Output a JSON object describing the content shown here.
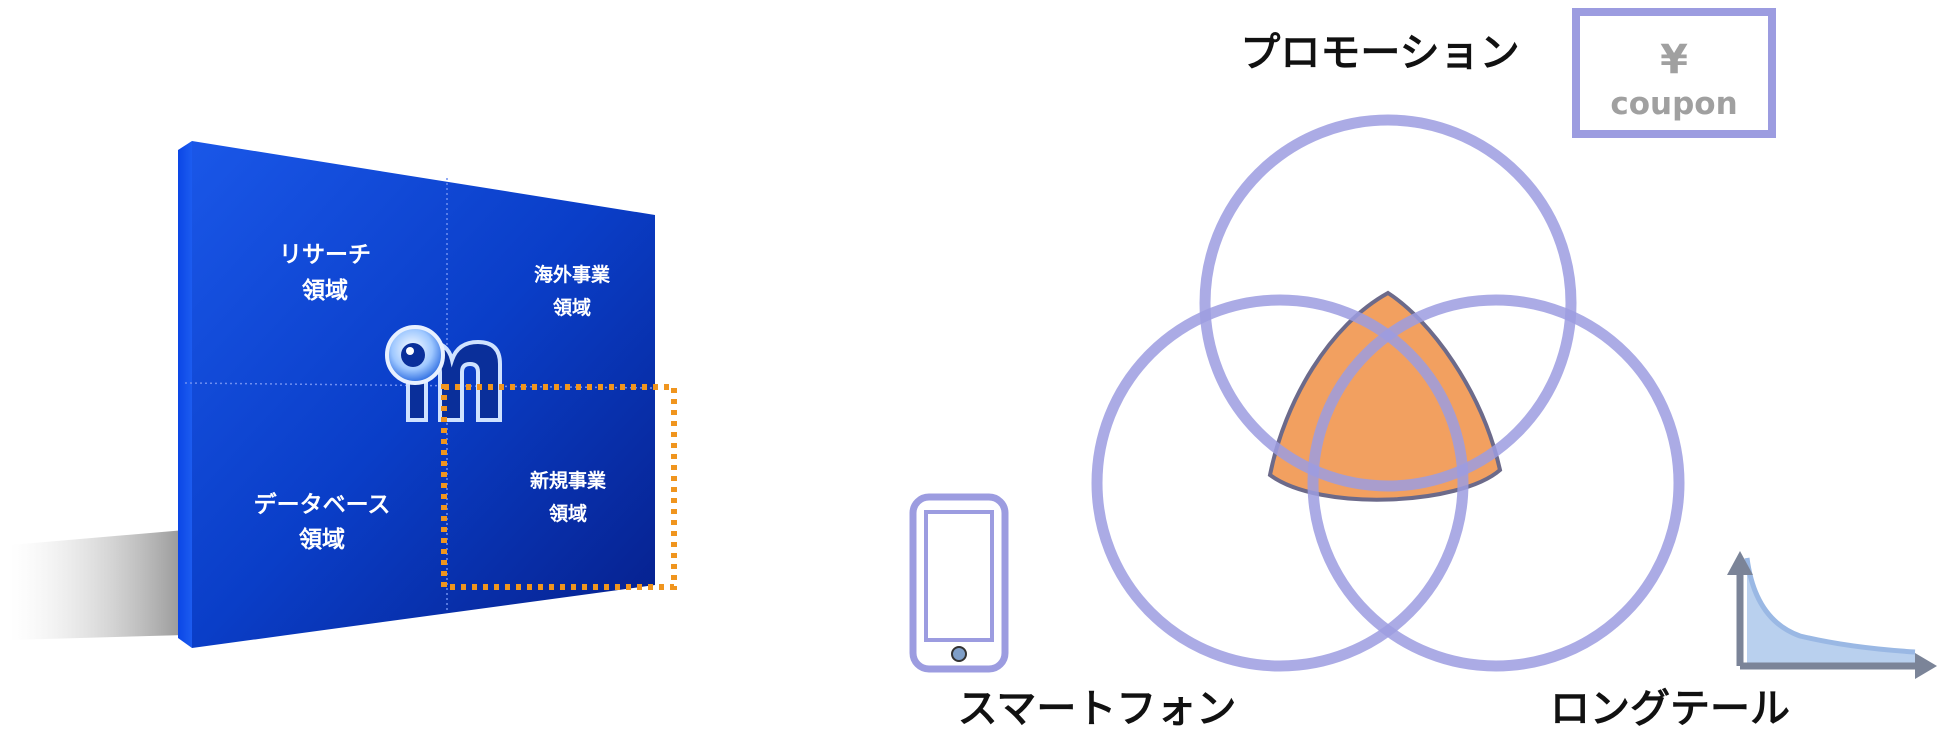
{
  "board": {
    "quadrants": {
      "top_left": [
        "リサーチ",
        "領域"
      ],
      "top_right": [
        "海外事業",
        "領域"
      ],
      "bottom_left": [
        "データベース",
        "領域"
      ],
      "bottom_right": [
        "新規事業",
        "領域"
      ]
    },
    "logo_icon": "m-mascot-logo",
    "highlight_color": "#f0951e",
    "board_color": "#0a3fd0"
  },
  "venn": {
    "labels": {
      "top": "プロモーション",
      "bottom_left": "スマートフォン",
      "bottom_right": "ロングテール"
    },
    "circle_color": "#9c9ce0",
    "intersection_color": "#f2a060"
  },
  "coupon": {
    "symbol": "¥",
    "label": "coupon"
  },
  "icons": {
    "smartphone": "smartphone-icon",
    "longtail": "long-tail-chart-icon"
  }
}
